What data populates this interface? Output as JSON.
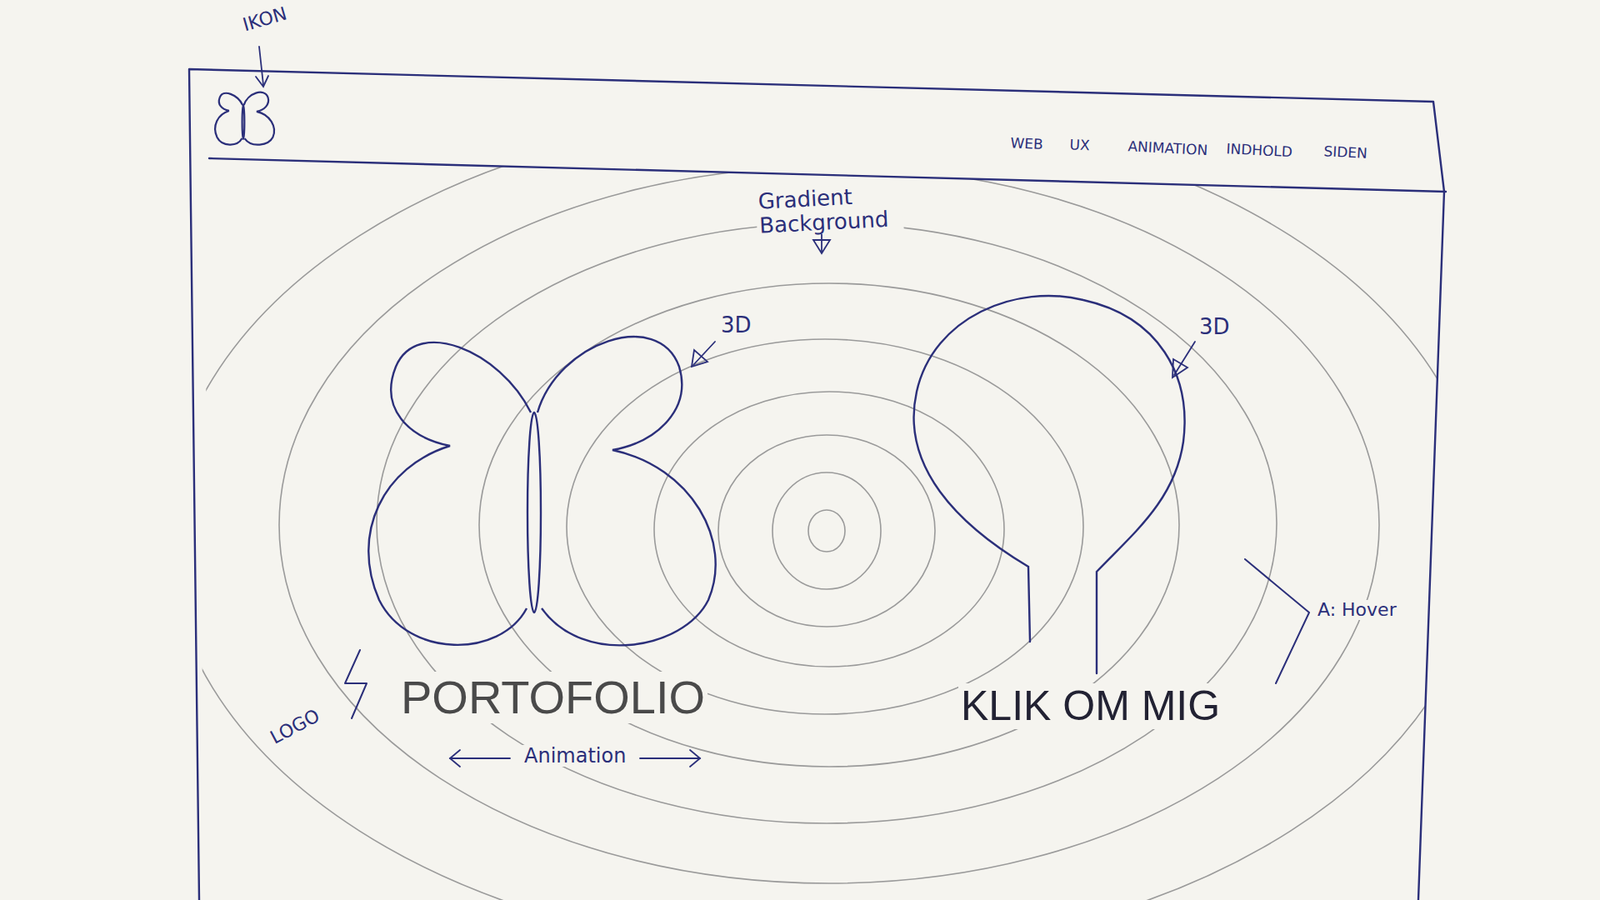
{
  "diagram": {
    "labels": [
      "IKON",
      "WEB",
      "UX",
      "ANIMATION",
      "INDHOLD",
      "SIDEN",
      "Gradient Background",
      "3D",
      "3D",
      "LOGO",
      "PORTOFOLIO",
      "Animation",
      "KLIK OM MIG",
      "A: Hover"
    ]
  }
}
